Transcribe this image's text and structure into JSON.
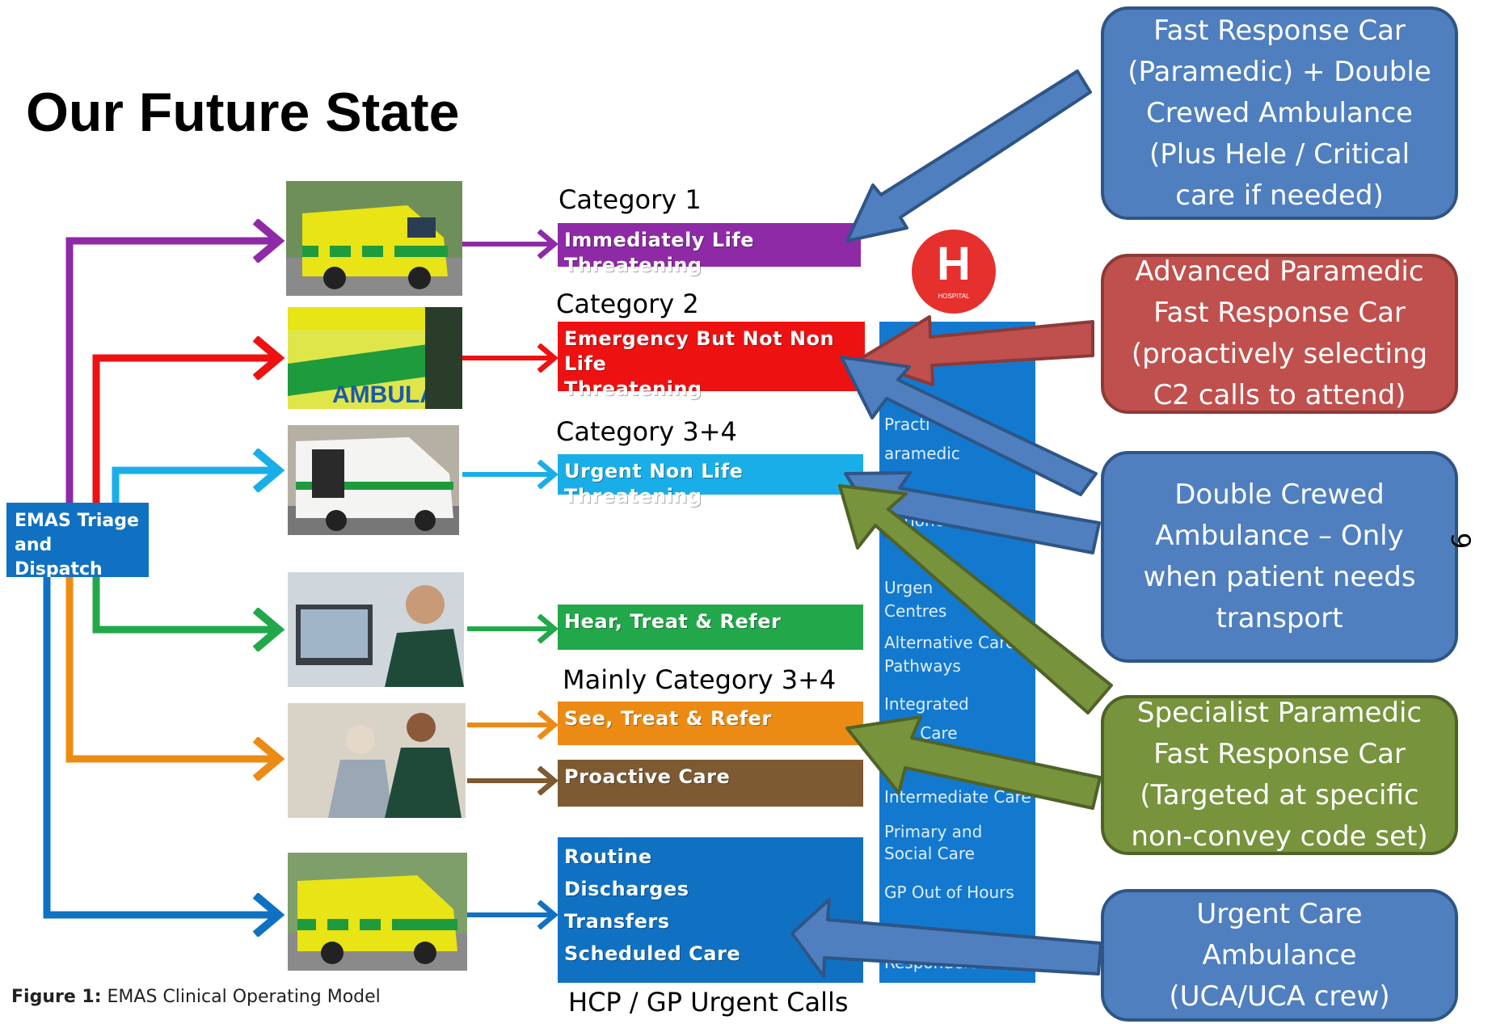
{
  "title": "Our Future State",
  "dispatch": {
    "line1": "EMAS Triage",
    "line2": "and Dispatch"
  },
  "categories": [
    {
      "label": "Category 1",
      "band": "Immediately Life Threatening",
      "color": "#8e2aa6"
    },
    {
      "label": "Category 2",
      "band_line1": "Emergency But Not Non Life",
      "band_line2": "Threatening",
      "color": "#ee1111"
    },
    {
      "label": "Category 3+4",
      "band": "Urgent Non Life Threatening",
      "color": "#1aaee8"
    },
    {
      "band": "Hear, Treat & Refer",
      "color": "#22a84a"
    },
    {
      "label": "Mainly Category 3+4",
      "band": "See, Treat & Refer",
      "color": "#ec8b13"
    },
    {
      "band": "Proactive Care",
      "color": "#7d5a32"
    },
    {
      "band_lines": [
        "Routine",
        "Discharges",
        "Transfers",
        "Scheduled Care"
      ],
      "color": "#1071c2"
    }
  ],
  "hcp_label": "HCP / GP Urgent Calls",
  "hospital": {
    "letter": "H",
    "caption": "HOSPITAL"
  },
  "services_panel": {
    "items": [
      "Practi",
      "aramedic",
      "ctitione",
      "Urgen",
      "Centres",
      "Alternative Care",
      "Pathways",
      "Integrated",
      "nity Care",
      "Intermediate Care",
      "Primary and",
      "Social Care",
      "GP Out of Hours",
      "Responders"
    ]
  },
  "callouts": [
    {
      "lines": [
        "Fast Response Car",
        "(Paramedic) + Double",
        "Crewed Ambulance",
        "(Plus Hele / Critical",
        "care if needed)"
      ],
      "color": "#4f7fbf"
    },
    {
      "lines": [
        "Advanced Paramedic",
        "Fast Response Car",
        "(proactively selecting",
        "C2 calls to attend)"
      ],
      "color": "#c0504d"
    },
    {
      "lines": [
        "Double Crewed",
        "Ambulance – Only",
        "when patient needs",
        "transport"
      ],
      "color": "#4f7fbf"
    },
    {
      "lines": [
        "Specialist Paramedic",
        "Fast Response Car",
        "(Targeted at specific",
        "non-convey code set)"
      ],
      "color": "#77933c"
    },
    {
      "lines": [
        "Urgent Care",
        "Ambulance",
        "(UCA/UCA crew)"
      ],
      "color": "#4f7fbf"
    }
  ],
  "page_number": "9",
  "figure_caption": {
    "label": "Figure 1:",
    "text": "EMAS Clinical Operating Model"
  }
}
